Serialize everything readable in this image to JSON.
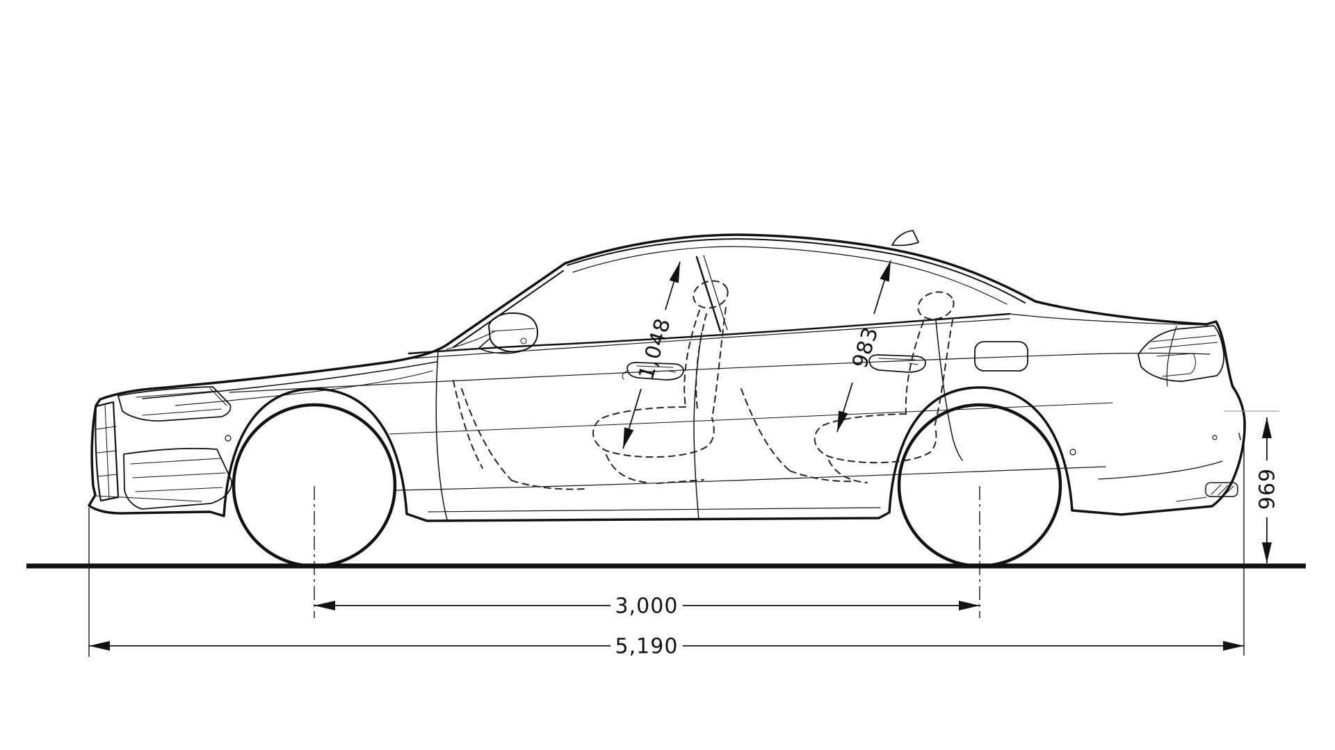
{
  "diagram": {
    "type": "vehicle-dimension-blueprint",
    "view": "side-profile-sedan",
    "units": "mm",
    "background_color": "#ffffff",
    "line_color": "#111111",
    "dimensions": {
      "front_headroom_mm": "1,048",
      "rear_headroom_mm": "983",
      "rear_height_mm": "969",
      "wheelbase_mm": "3,000",
      "overall_length_mm": "5,190"
    }
  }
}
